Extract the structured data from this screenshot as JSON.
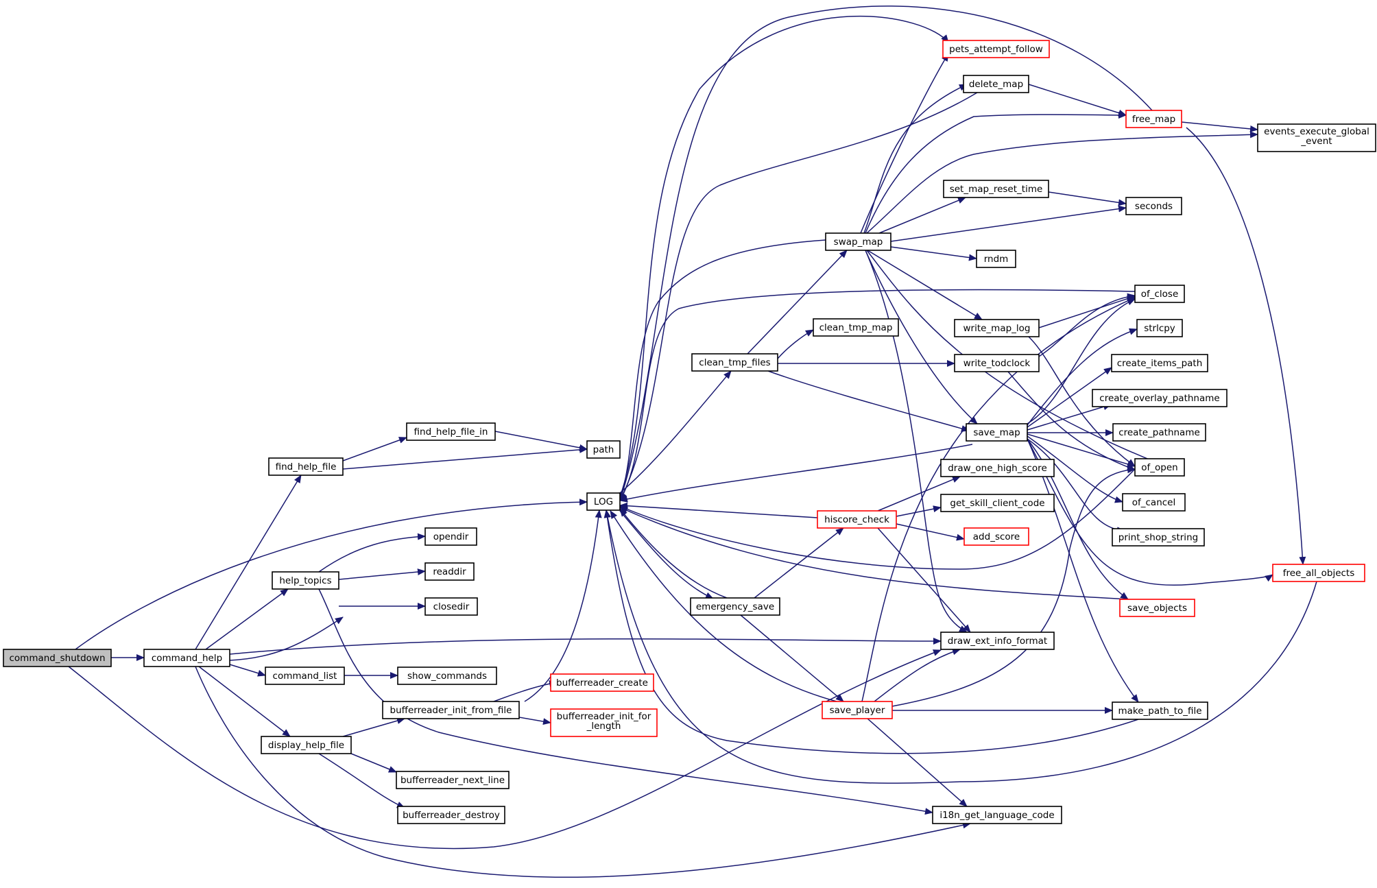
{
  "colors": {
    "edge": "#191970",
    "node_border": "#000000",
    "truncated_border": "#ff0000",
    "root_fill": "#bfbfbf",
    "background": "#ffffff"
  },
  "nodes": {
    "command_shutdown": {
      "lines": [
        "command_shutdown"
      ],
      "style": "root"
    },
    "command_help": {
      "lines": [
        "command_help"
      ]
    },
    "find_help_file": {
      "lines": [
        "find_help_file"
      ]
    },
    "find_help_file_in": {
      "lines": [
        "find_help_file_in"
      ]
    },
    "path": {
      "lines": [
        "path"
      ]
    },
    "help_topics": {
      "lines": [
        "help_topics"
      ]
    },
    "opendir": {
      "lines": [
        "opendir"
      ]
    },
    "readdir": {
      "lines": [
        "readdir"
      ]
    },
    "closedir": {
      "lines": [
        "closedir"
      ]
    },
    "command_list": {
      "lines": [
        "command_list"
      ]
    },
    "show_commands": {
      "lines": [
        "show_commands"
      ]
    },
    "display_help_file": {
      "lines": [
        "display_help_file"
      ]
    },
    "bufferreader_init_from_file": {
      "lines": [
        "bufferreader_init_from_file"
      ]
    },
    "bufferreader_create": {
      "lines": [
        "bufferreader_create"
      ],
      "style": "truncated"
    },
    "bufferreader_init_for_length": {
      "lines": [
        "bufferreader_init_for",
        "_length"
      ],
      "style": "truncated"
    },
    "bufferreader_next_line": {
      "lines": [
        "bufferreader_next_line"
      ]
    },
    "bufferreader_destroy": {
      "lines": [
        "bufferreader_destroy"
      ]
    },
    "LOG": {
      "lines": [
        "LOG"
      ]
    },
    "clean_tmp_files": {
      "lines": [
        "clean_tmp_files"
      ]
    },
    "clean_tmp_map": {
      "lines": [
        "clean_tmp_map"
      ]
    },
    "emergency_save": {
      "lines": [
        "emergency_save"
      ]
    },
    "hiscore_check": {
      "lines": [
        "hiscore_check"
      ],
      "style": "truncated"
    },
    "save_player": {
      "lines": [
        "save_player"
      ],
      "style": "truncated"
    },
    "pets_attempt_follow": {
      "lines": [
        "pets_attempt_follow"
      ],
      "style": "truncated"
    },
    "delete_map": {
      "lines": [
        "delete_map"
      ]
    },
    "set_map_reset_time": {
      "lines": [
        "set_map_reset_time"
      ]
    },
    "swap_map": {
      "lines": [
        "swap_map"
      ]
    },
    "rndm": {
      "lines": [
        "rndm"
      ]
    },
    "write_map_log": {
      "lines": [
        "write_map_log"
      ]
    },
    "write_todclock": {
      "lines": [
        "write_todclock"
      ]
    },
    "save_map": {
      "lines": [
        "save_map"
      ]
    },
    "draw_one_high_score": {
      "lines": [
        "draw_one_high_score"
      ]
    },
    "get_skill_client_code": {
      "lines": [
        "get_skill_client_code"
      ]
    },
    "add_score": {
      "lines": [
        "add_score"
      ],
      "style": "truncated"
    },
    "draw_ext_info_format": {
      "lines": [
        "draw_ext_info_format"
      ]
    },
    "i18n_get_language_code": {
      "lines": [
        "i18n_get_language_code"
      ]
    },
    "free_map": {
      "lines": [
        "free_map"
      ],
      "style": "truncated"
    },
    "events_execute_global_event": {
      "lines": [
        "events_execute_global",
        "_event"
      ]
    },
    "seconds": {
      "lines": [
        "seconds"
      ]
    },
    "of_close": {
      "lines": [
        "of_close"
      ]
    },
    "strlcpy": {
      "lines": [
        "strlcpy"
      ]
    },
    "create_items_path": {
      "lines": [
        "create_items_path"
      ]
    },
    "create_overlay_pathname": {
      "lines": [
        "create_overlay_pathname"
      ]
    },
    "create_pathname": {
      "lines": [
        "create_pathname"
      ]
    },
    "of_open": {
      "lines": [
        "of_open"
      ]
    },
    "of_cancel": {
      "lines": [
        "of_cancel"
      ]
    },
    "print_shop_string": {
      "lines": [
        "print_shop_string"
      ]
    },
    "save_objects": {
      "lines": [
        "save_objects"
      ],
      "style": "truncated"
    },
    "free_all_objects": {
      "lines": [
        "free_all_objects"
      ],
      "style": "truncated"
    },
    "make_path_to_file": {
      "lines": [
        "make_path_to_file"
      ]
    }
  }
}
